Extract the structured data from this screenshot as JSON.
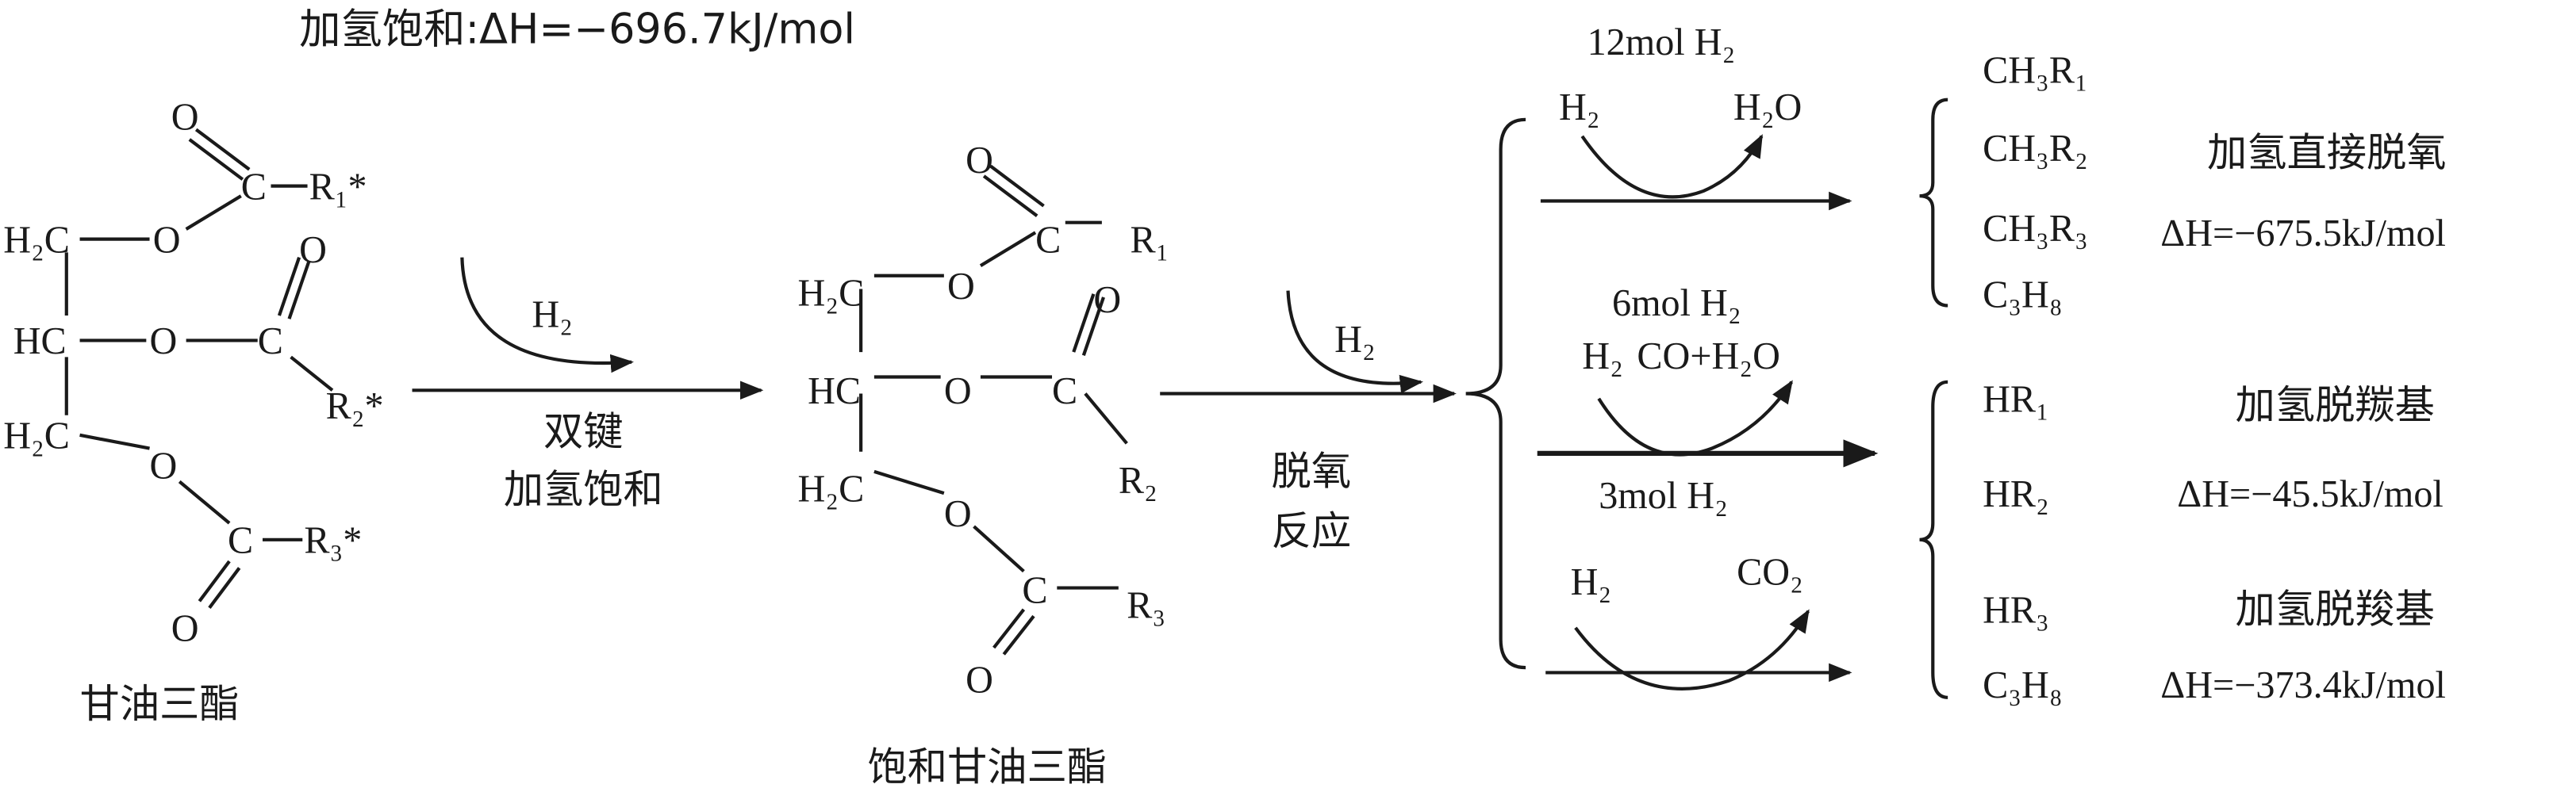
{
  "title": "加氢饱和:ΔH=−696.7kJ/mol",
  "reactant": {
    "name": "甘油三酯",
    "atoms": {
      "o_top": "O",
      "c1": "C",
      "r1": "R₁*",
      "h2c_1": "H₂C",
      "o1": "O",
      "hc": "HC",
      "o2": "O",
      "c2": "C",
      "o_c2": "O",
      "r2": "R₂*",
      "h2c_2": "H₂C",
      "o3": "O",
      "c3": "C",
      "r3": "R₃*",
      "o_bottom": "O"
    }
  },
  "step1": {
    "reagent": "H₂",
    "label_line1": "双键",
    "label_line2": "加氢饱和"
  },
  "intermediate": {
    "name": "饱和甘油三酯",
    "atoms": {
      "o_top": "O",
      "c1": "C",
      "r1": "R₁",
      "h2c_1": "H₂C",
      "o1": "O",
      "hc": "HC",
      "o2": "O",
      "c2": "C",
      "o_c2": "O",
      "r2": "R₂",
      "h2c_2": "H₂C",
      "o3": "O",
      "c3": "C",
      "r3": "R₃",
      "o_bottom": "O"
    }
  },
  "step2": {
    "reagent": "H₂",
    "label_line1": "脱氧",
    "label_line2": "反应"
  },
  "branches": [
    {
      "amount": "12mol H₂",
      "in": "H₂",
      "out": "H₂O"
    },
    {
      "amount": "6mol H₂",
      "in": "H₂",
      "out": "CO+H₂O"
    },
    {
      "amount": "3mol H₂",
      "in": "H₂",
      "out": "CO₂"
    }
  ],
  "products_group1": {
    "items": [
      "CH₃R₁",
      "CH₃R₂",
      "CH₃R₃",
      "C₃H₈"
    ],
    "pathway": "加氢直接脱氧",
    "enthalpy": "ΔH=−675.5kJ/mol"
  },
  "products_group2": {
    "items": [
      "HR₁",
      "HR₂",
      "HR₃",
      "C₃H₈"
    ],
    "pathway_a": "加氢脱羰基",
    "enthalpy_a": "ΔH=−45.5kJ/mol",
    "pathway_b": "加氢脱羧基",
    "enthalpy_b": "ΔH=−373.4kJ/mol"
  }
}
